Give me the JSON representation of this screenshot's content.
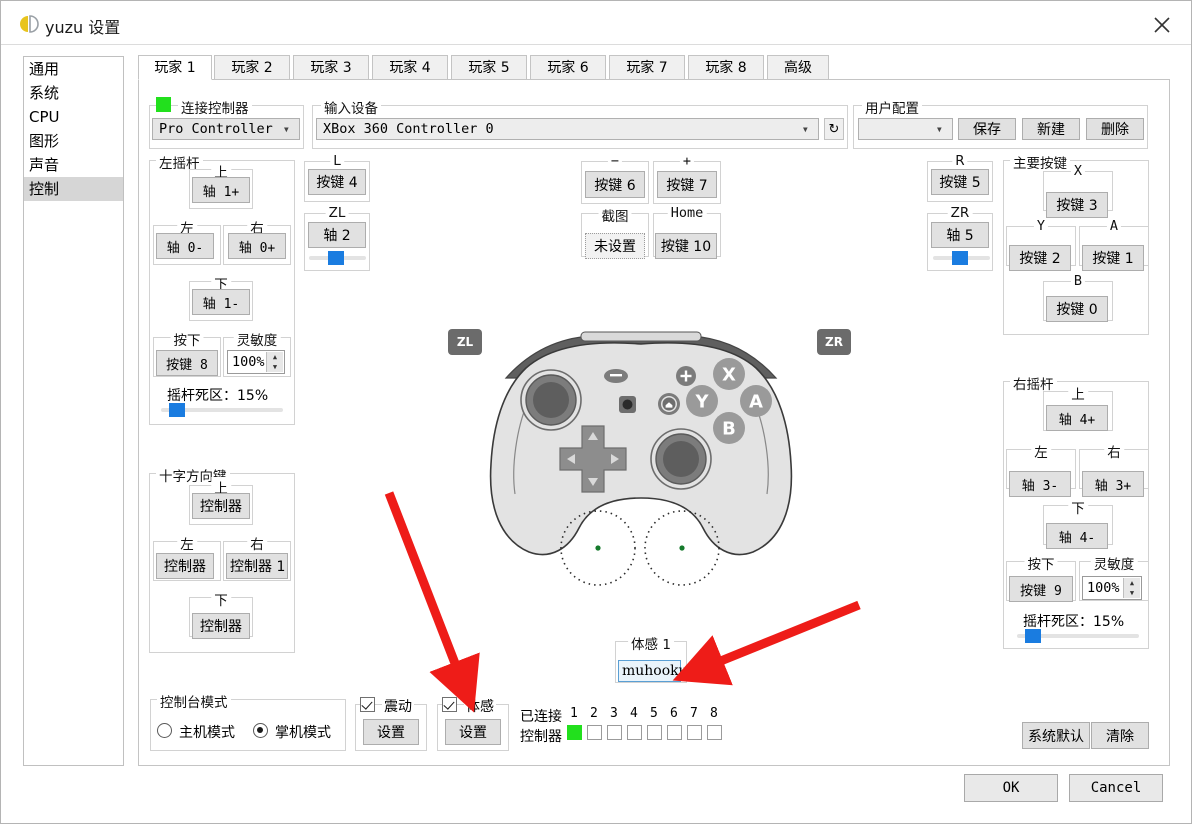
{
  "window": {
    "title": "yuzu 设置",
    "icon": "yuzu-logo-icon",
    "close_icon": "close-icon"
  },
  "sidebar": {
    "items": [
      {
        "label": "通用",
        "selected": false
      },
      {
        "label": "系统",
        "selected": false
      },
      {
        "label": "CPU",
        "selected": false
      },
      {
        "label": "图形",
        "selected": false
      },
      {
        "label": "声音",
        "selected": false
      },
      {
        "label": "控制",
        "selected": true
      }
    ]
  },
  "tabs": [
    {
      "label": "玩家 1",
      "active": true
    },
    {
      "label": "玩家 2",
      "active": false
    },
    {
      "label": "玩家 3",
      "active": false
    },
    {
      "label": "玩家 4",
      "active": false
    },
    {
      "label": "玩家 5",
      "active": false
    },
    {
      "label": "玩家 6",
      "active": false
    },
    {
      "label": "玩家 7",
      "active": false
    },
    {
      "label": "玩家 8",
      "active": false
    },
    {
      "label": "高级",
      "active": false
    }
  ],
  "connect_controller": {
    "group_label": "连接控制器",
    "led_color": "#22e01d",
    "combo_value": "Pro Controller"
  },
  "input_device": {
    "group_label": "输入设备",
    "combo_value": "XBox 360 Controller 0",
    "refresh_label": "↻"
  },
  "user_profile": {
    "group_label": "用户配置",
    "combo_value": "",
    "save_label": "保存",
    "new_label": "新建",
    "delete_label": "删除"
  },
  "left_stick": {
    "group_label": "左摇杆",
    "up_label": "上",
    "up_value": "轴 1+",
    "left_label": "左",
    "left_value": "轴 0-",
    "right_label": "右",
    "right_value": "轴 0+",
    "down_label": "下",
    "down_value": "轴 1-",
    "press_label": "按下",
    "press_value": "按键 8",
    "sensitivity_label": "灵敏度",
    "sensitivity_value": "100%",
    "deadzone_label": "摇杆死区：15%",
    "deadzone_percent": 15
  },
  "right_stick": {
    "group_label": "右摇杆",
    "up_label": "上",
    "up_value": "轴 4+",
    "left_label": "左",
    "left_value": "轴 3-",
    "right_label": "右",
    "right_value": "轴 3+",
    "down_label": "下",
    "down_value": "轴 4-",
    "press_label": "按下",
    "press_value": "按键 9",
    "sensitivity_label": "灵敏度",
    "sensitivity_value": "100%",
    "deadzone_label": "摇杆死区：15%",
    "deadzone_percent": 15
  },
  "dpad": {
    "group_label": "十字方向键",
    "up_label": "上",
    "up_value": "控制器",
    "left_label": "左",
    "left_value": "控制器",
    "right_label": "右",
    "right_value": "控制器 1",
    "down_label": "下",
    "down_value": "控制器"
  },
  "shoulder_left": {
    "l_label": "L",
    "l_value": "按键 4",
    "zl_label": "ZL",
    "zl_value": "轴 2",
    "zl_slider_percent": 38
  },
  "shoulder_right": {
    "r_label": "R",
    "r_value": "按键 5",
    "zr_label": "ZR",
    "zr_value": "轴 5",
    "zr_slider_percent": 38
  },
  "center_buttons": {
    "minus_label": "−",
    "minus_value": "按键 6",
    "plus_label": "+",
    "plus_value": "按键 7",
    "screenshot_label": "截图",
    "screenshot_value": "未设置",
    "home_label": "Home",
    "home_value": "按键 10"
  },
  "face_buttons": {
    "group_label": "主要按键",
    "x_label": "X",
    "x_value": "按键 3",
    "y_label": "Y",
    "y_value": "按键 2",
    "a_label": "A",
    "a_value": "按键 1",
    "b_label": "B",
    "b_value": "按键 0"
  },
  "motion": {
    "group_label": "体感 1",
    "value": "muhooku"
  },
  "console_mode": {
    "group_label": "控制台模式",
    "docked_label": "主机模式",
    "docked_selected": false,
    "handheld_label": "掌机模式",
    "handheld_selected": true
  },
  "vibration": {
    "label": "震动",
    "checked": true,
    "config_label": "设置"
  },
  "motion_toggle": {
    "label": "体感",
    "checked": true,
    "config_label": "设置"
  },
  "connected_row": {
    "connected_label": "已连接",
    "controller_label": "控制器",
    "numbers": [
      "1",
      "2",
      "3",
      "4",
      "5",
      "6",
      "7",
      "8"
    ],
    "states": [
      true,
      false,
      false,
      false,
      false,
      false,
      false,
      false
    ]
  },
  "bottom_actions": {
    "defaults_label": "系统默认",
    "clear_label": "清除"
  },
  "footer": {
    "ok_label": "OK",
    "cancel_label": "Cancel"
  },
  "controller_art": {
    "zl_badge": "ZL",
    "zr_badge": "ZR",
    "face_x": "X",
    "face_y": "Y",
    "face_a": "A",
    "face_b": "B"
  },
  "annotations": {
    "arrow_color": "#ee1c18",
    "arrow_count": 2
  }
}
